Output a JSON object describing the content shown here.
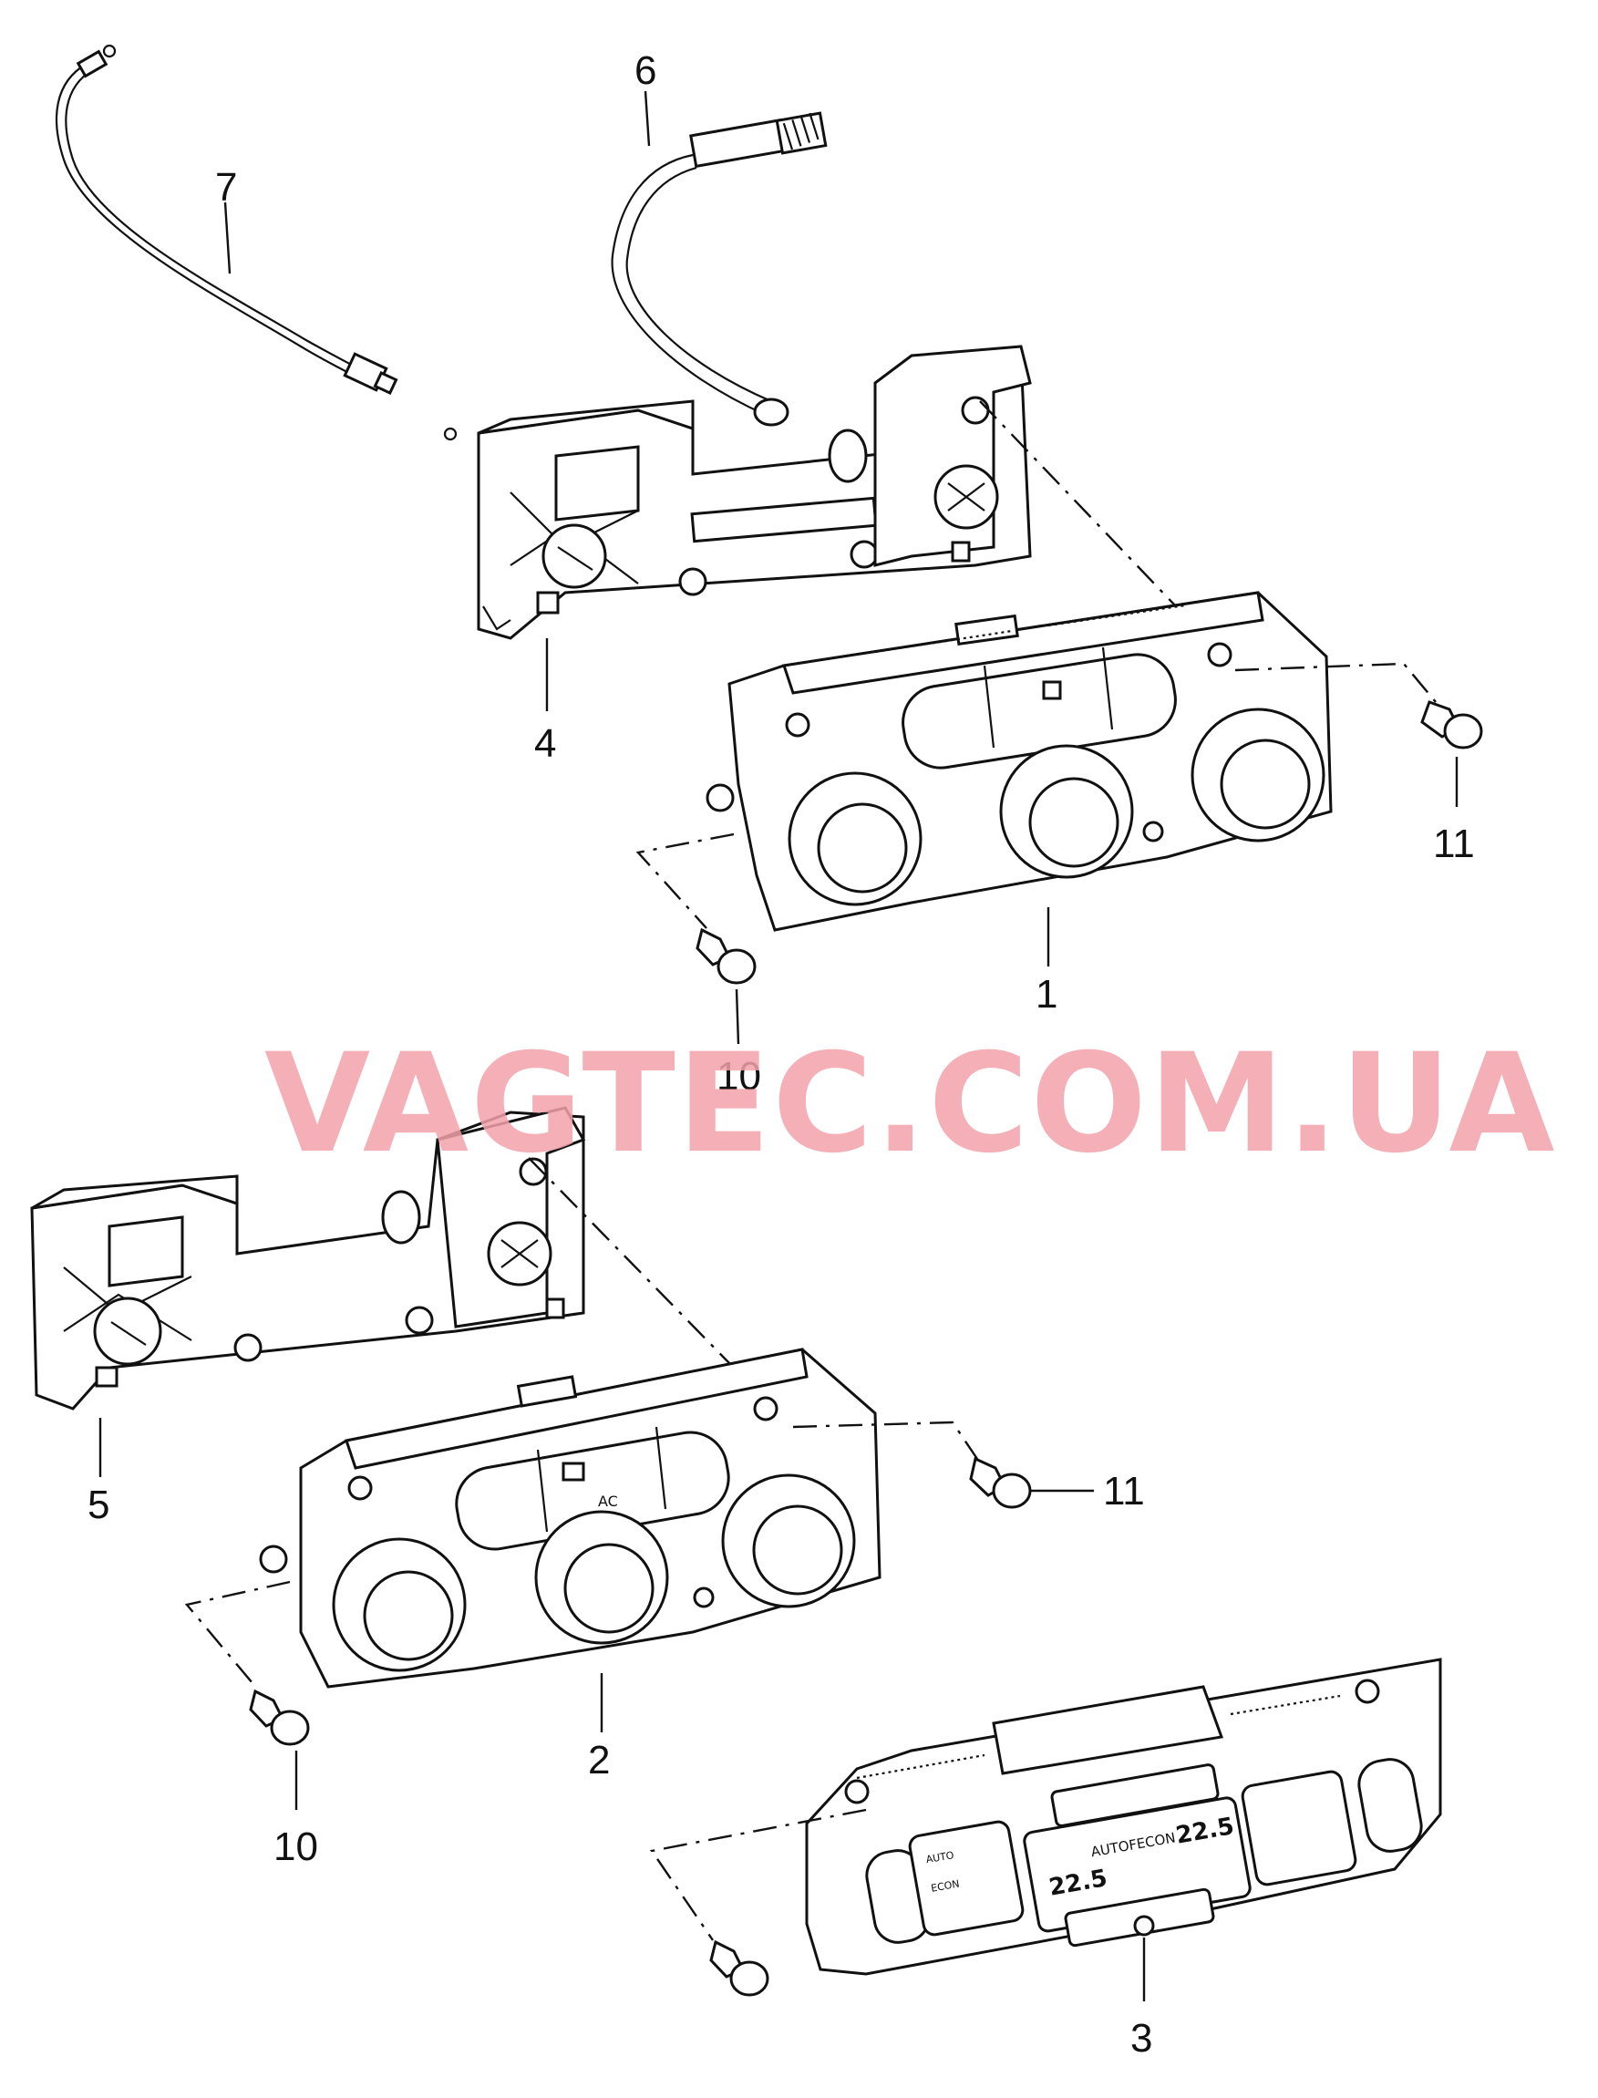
{
  "watermark": {
    "text": "VAGTEC.COM.UA",
    "color": "#f2a1aa"
  },
  "callouts": {
    "c1": "1",
    "c2": "2",
    "c3": "3",
    "c4": "4",
    "c5": "5",
    "c6": "6",
    "c7": "7",
    "c10a": "10",
    "c10b": "10",
    "c11a": "11",
    "c11b": "11"
  },
  "panel2": {
    "ac_label": "AC"
  },
  "panel3": {
    "title": "AUTOFECON",
    "temp_left": "22.5",
    "temp_right": "22.5",
    "btn_auto": "AUTO",
    "btn_econ": "ECON"
  },
  "colors": {
    "line": "#111111",
    "background": "#ffffff"
  }
}
